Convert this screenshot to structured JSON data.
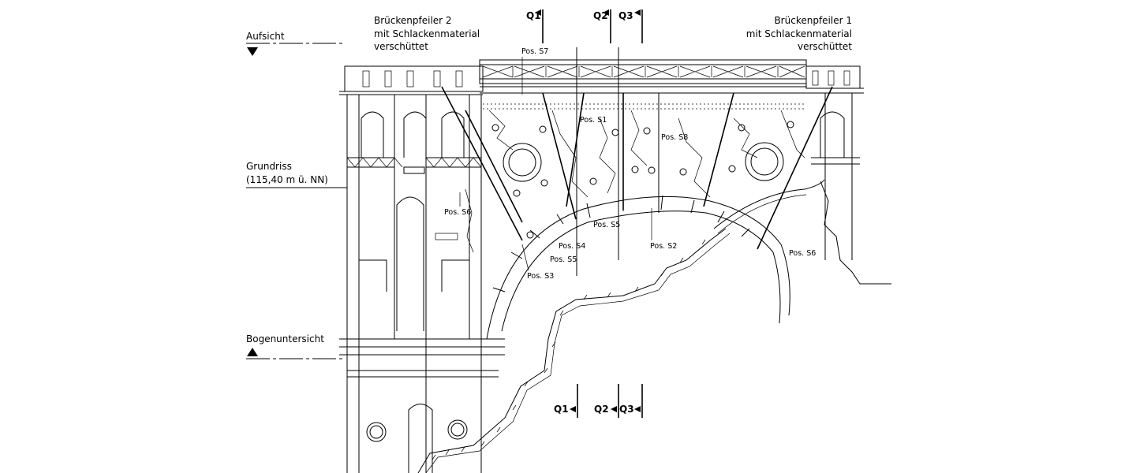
{
  "levels": {
    "aufsicht": "Aufsicht",
    "grundriss_line1": "Grundriss",
    "grundriss_line2": "(115,40 m ü. NN)",
    "bogenuntersicht": "Bogenuntersicht"
  },
  "piers": {
    "pier2": {
      "line1": "Brückenpfeiler 2",
      "line2": "mit Schlackenmaterial",
      "line3": "verschüttet"
    },
    "pier1": {
      "line1": "Brückenpfeiler 1",
      "line2": "mit Schlackenmaterial",
      "line3": "verschüttet"
    }
  },
  "sections": {
    "q1": "Q1",
    "q2": "Q2",
    "q3": "Q3"
  },
  "positions": {
    "s7": "Pos. S7",
    "s1": "Pos. S1",
    "s8": "Pos. S8",
    "s6_left": "Pos. S6",
    "s4": "Pos. S4",
    "s5_left": "Pos. S5",
    "s5_right": "Pos. S5",
    "s2": "Pos. S2",
    "s3": "Pos. S3",
    "s6_right": "Pos. S6"
  }
}
